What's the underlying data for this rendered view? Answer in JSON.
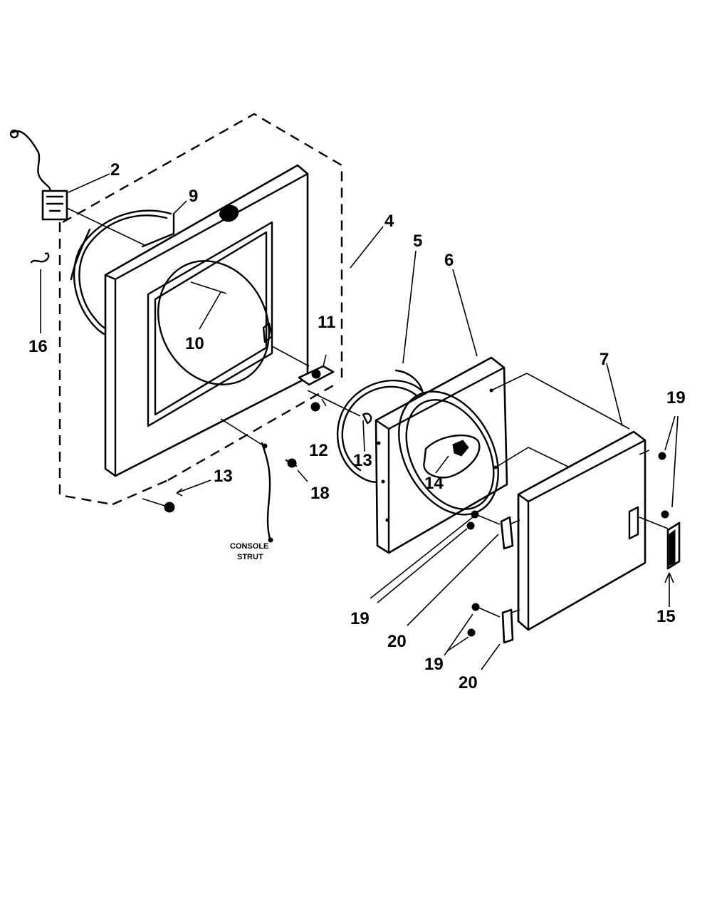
{
  "callouts": {
    "c2": "2",
    "c9": "9",
    "c4": "4",
    "c5": "5",
    "c6": "6",
    "c7": "7",
    "c16": "16",
    "c10": "10",
    "c11": "11",
    "c12": "12",
    "c13a": "13",
    "c13b": "13",
    "c14": "14",
    "c18": "18",
    "c19a": "19",
    "c19b": "19",
    "c19c": "19",
    "c15": "15",
    "c20a": "20",
    "c20b": "20"
  },
  "console_strut": {
    "line1": "CONSOLE",
    "line2": "STRUT"
  }
}
